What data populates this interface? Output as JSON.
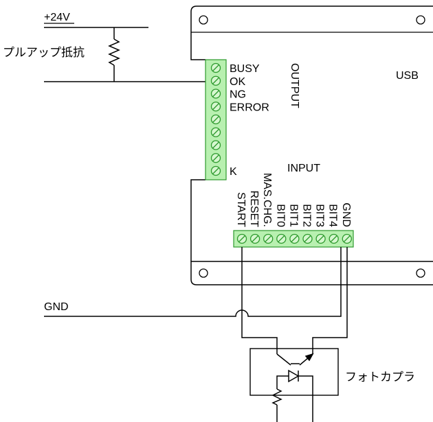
{
  "supply": {
    "voltage": "+24V",
    "gnd": "GND"
  },
  "pullup": {
    "label": "プルアップ抵抗"
  },
  "board": {
    "usb": "USB",
    "output_title": "OUTPUT",
    "input_title": "INPUT"
  },
  "output_terminals": [
    "BUSY",
    "OK",
    "NG",
    "ERROR",
    "",
    "",
    "",
    "",
    "K"
  ],
  "input_terminals": [
    "START",
    "RESET",
    "MAS.CHG.",
    "BIT0",
    "BIT1",
    "BIT2",
    "BIT3",
    "BIT4",
    "GND"
  ],
  "optocoupler": {
    "label": "フォトカプラ"
  },
  "colors": {
    "terminal_fill": "#b8f0b0",
    "terminal_stroke": "#2d9a2d",
    "line": "#000000"
  }
}
